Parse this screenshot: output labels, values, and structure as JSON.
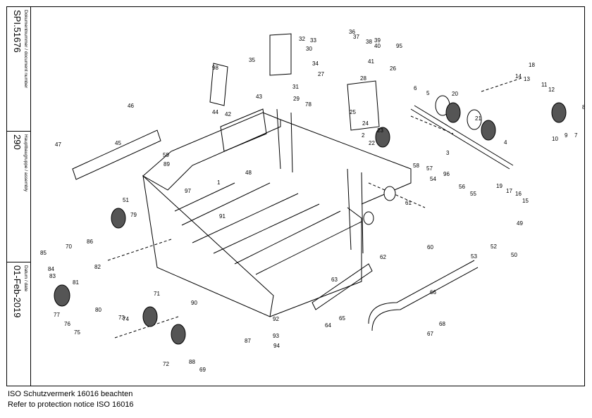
{
  "title_block": {
    "doc_number_label": "Dokumentnummer / document number",
    "doc_number": "SPI.51676",
    "assembly_label": "Hauptbaugruppe / assembly",
    "assembly": "290",
    "date_label": "Datum / date",
    "date": "01-Feb-2019"
  },
  "notice": {
    "line1": "ISO Schutzvermerk 16016 beachten",
    "line2": "Refer to protection notice ISO 16016"
  },
  "part_labels": [
    "1",
    "2",
    "3",
    "4",
    "5",
    "6",
    "7",
    "8",
    "9",
    "10",
    "11",
    "12",
    "13",
    "14",
    "15",
    "16",
    "17",
    "18",
    "19",
    "20",
    "21",
    "22",
    "23",
    "24",
    "25",
    "26",
    "27",
    "28",
    "29",
    "30",
    "31",
    "32",
    "33",
    "34",
    "35",
    "36",
    "37",
    "38",
    "39",
    "40",
    "41",
    "42",
    "43",
    "44",
    "45",
    "46",
    "47",
    "48",
    "49",
    "50",
    "51",
    "52",
    "53",
    "54",
    "55",
    "56",
    "57",
    "58",
    "59",
    "60",
    "61",
    "62",
    "63",
    "64",
    "65",
    "66",
    "67",
    "68",
    "69",
    "70",
    "71",
    "72",
    "73",
    "74",
    "75",
    "76",
    "77",
    "78",
    "79",
    "80",
    "81",
    "82",
    "83",
    "84",
    "85",
    "86",
    "87",
    "88",
    "89",
    "90",
    "91",
    "92",
    "93",
    "94",
    "95",
    "96",
    "97",
    "98"
  ]
}
